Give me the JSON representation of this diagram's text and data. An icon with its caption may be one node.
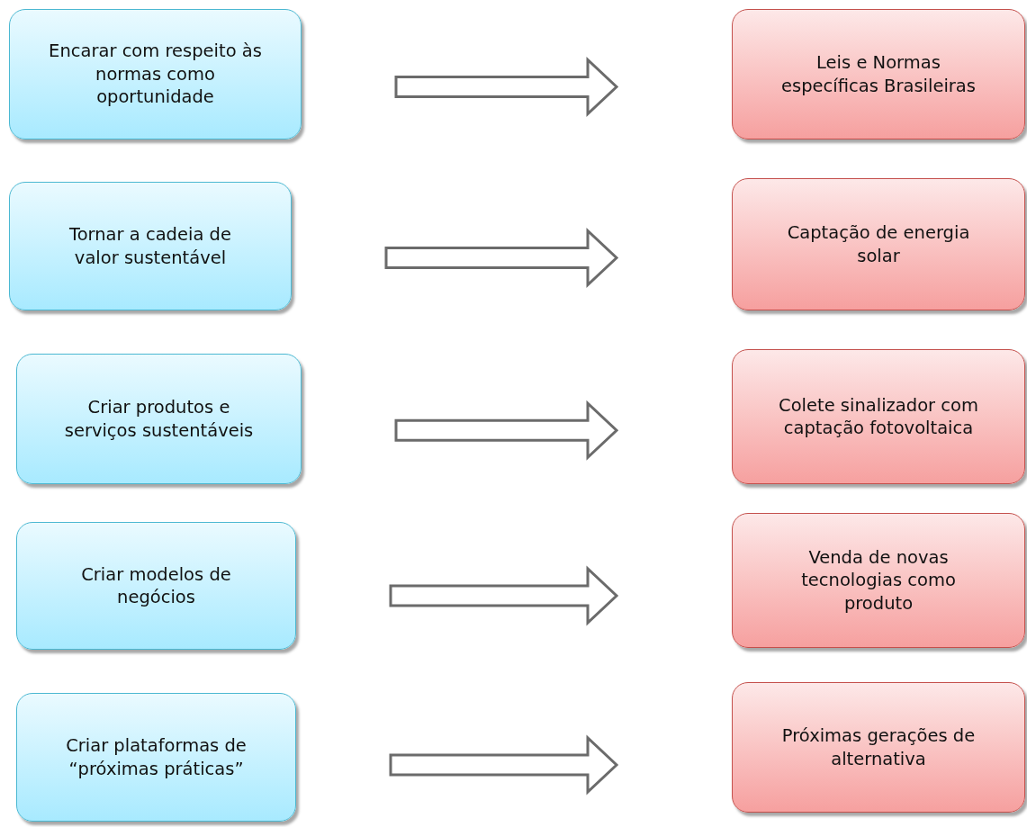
{
  "diagram": {
    "nodes": [
      {
        "text": [
          "Encarar com respeito às normas como oportunidade"
        ]
      },
      {
        "text": [
          "Leis e Normas específicas Brasileiras"
        ]
      },
      {
        "text": [
          "Tornar a cadeia de valor sustentável"
        ]
      },
      {
        "text": [
          "Captação de energia solar"
        ]
      },
      {
        "text": [
          "Criar produtos e serviços sustentáveis"
        ]
      },
      {
        "text": [
          "Colete sinalizador com captação fotovoltaica"
        ]
      },
      {
        "text": [
          "Criar modelos de negócios"
        ]
      },
      {
        "text": [
          "Venda de novas tecnologias como produto"
        ]
      },
      {
        "text": [
          "Criar plataformas de “próximas práticas”"
        ]
      },
      {
        "text": [
          "Próximas gerações de alternativa"
        ]
      }
    ],
    "edges": [
      {
        "from": 0,
        "to": 1,
        "arrow": "to"
      },
      {
        "from": 2,
        "to": 3,
        "arrow": "to"
      },
      {
        "from": 4,
        "to": 5,
        "arrow": "to"
      },
      {
        "from": 6,
        "to": 7,
        "arrow": "to"
      },
      {
        "from": 8,
        "to": 9,
        "arrow": "to"
      }
    ]
  }
}
